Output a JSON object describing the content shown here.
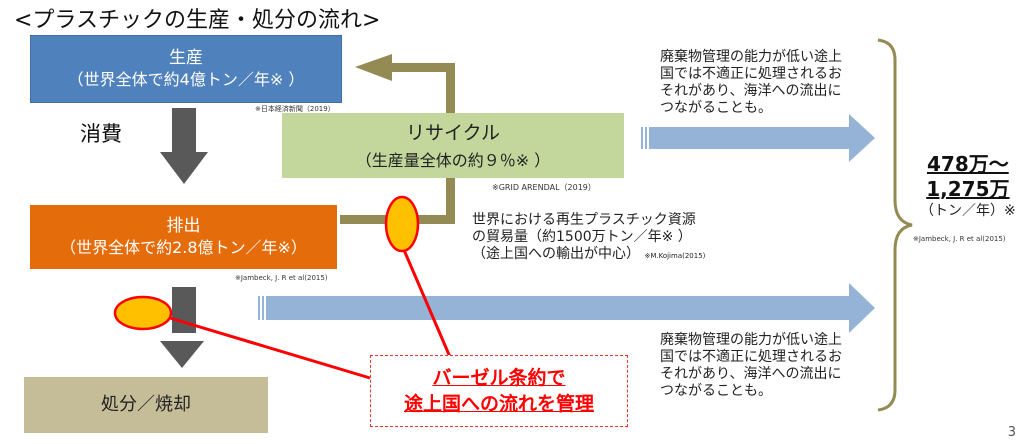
{
  "title": "<プラスチックの生産・処分の流れ>",
  "production": {
    "label": "生産",
    "detail": "（世界全体で約4億トン／年※ ）",
    "source": "※日本経済新聞（2019）",
    "color": "#4f81bd"
  },
  "consumption_label": "消費",
  "recycle": {
    "label": "リサイクル",
    "detail": "（生産量全体の約９％※ ）",
    "source": "※GRID ARENDAL（2019）",
    "color": "#c3d69b"
  },
  "emission": {
    "label": "排出",
    "detail": "（世界全体で約2.8億トン／年※）",
    "source": "※Jambeck, J. R et al(2015)",
    "color": "#e46c0a"
  },
  "disposal": {
    "label": "処分／焼却",
    "color": "#c4bd97"
  },
  "trade_note": {
    "line1": "世界における再生プラスチック資源",
    "line2": "の貿易量（約1500万トン／年※ ）",
    "line3": "（途上国への輸出が中心）",
    "source": "※M.Kojima(2015)"
  },
  "leak_note_top": {
    "line1": "廃棄物管理の能力が低い途上",
    "line2": "国では不適正に処理されるお",
    "line3": "それがあり、海洋への流出に",
    "line4": "つながることも。"
  },
  "leak_note_bottom": {
    "line1": "廃棄物管理の能力が低い途上",
    "line2": "国では不適正に処理されるお",
    "line3": "それがあり、海洋への流出に",
    "line4": "つながることも。"
  },
  "ocean_outflow": {
    "line1": "478万～",
    "line2": "1,275万",
    "unit": "（トン／年）※",
    "source": "※Jambeck, J. R et al(2015)"
  },
  "basel": {
    "line1": "バーゼル条約で",
    "line2": "途上国への流れを管理",
    "color": "#ff0000"
  },
  "page_number": "3"
}
